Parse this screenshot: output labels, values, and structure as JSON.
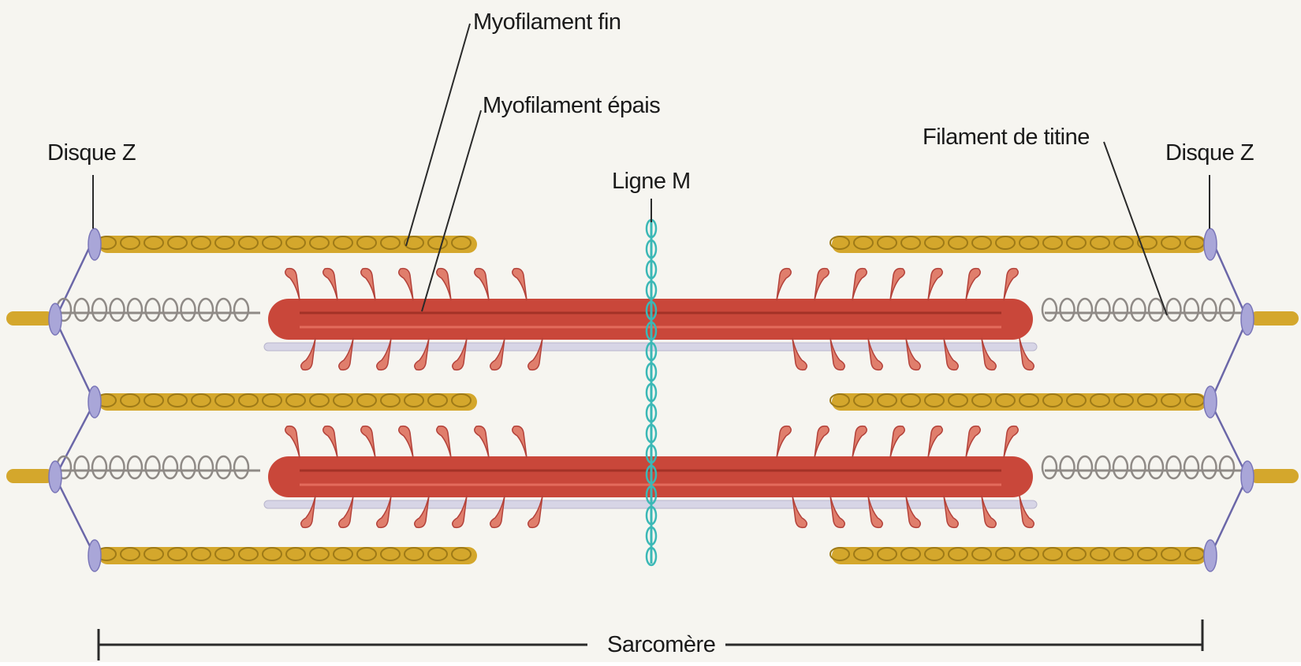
{
  "labels": {
    "thin_filament": "Myofilament fin",
    "thick_filament": "Myofilament épais",
    "z_disc_left": "Disque Z",
    "z_disc_right": "Disque Z",
    "m_line": "Ligne M",
    "titin": "Filament de titine",
    "sarcomere": "Sarcomère"
  },
  "colors": {
    "background": "#f6f5f0",
    "actin": "#d4a72c",
    "actin_dark": "#9e7a17",
    "myosin": "#c9473a",
    "myosin_head": "#e07e6c",
    "titin": "#8f8a86",
    "z_disc": "#a9a6d8",
    "m_line": "#3bb8b6",
    "line": "#2a2a2a"
  }
}
